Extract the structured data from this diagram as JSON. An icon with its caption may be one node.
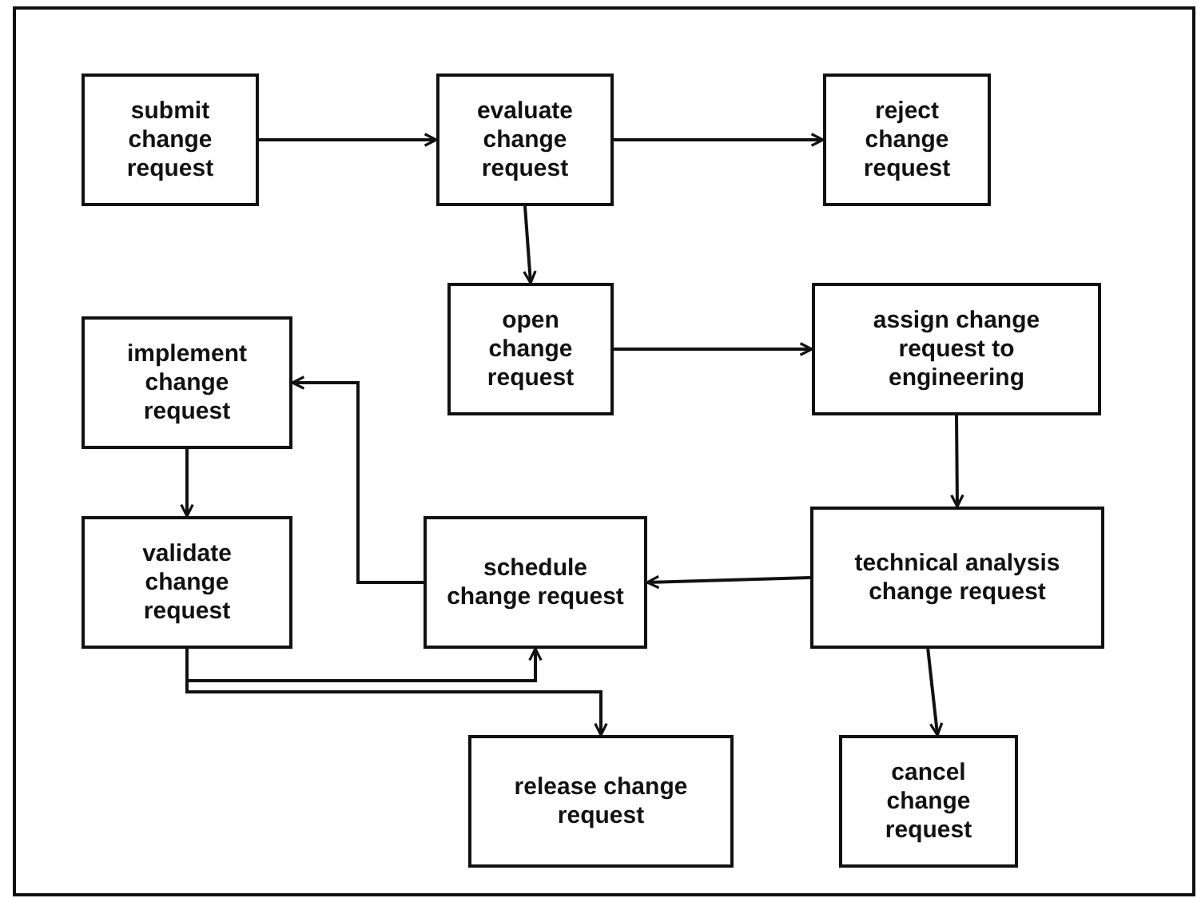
{
  "diagram": {
    "nodes": [
      {
        "text": [
          "submit change request"
        ]
      },
      {
        "text": [
          "evaluate change request"
        ]
      },
      {
        "text": [
          "reject change request"
        ]
      },
      {
        "text": [
          "open change request"
        ]
      },
      {
        "text": [
          "assign change request to engineering"
        ]
      },
      {
        "text": [
          "implement change request"
        ]
      },
      {
        "text": [
          "validate change request"
        ]
      },
      {
        "text": [
          "schedule change request"
        ]
      },
      {
        "text": [
          "technical analysis change request"
        ]
      },
      {
        "text": [
          "release change request"
        ]
      },
      {
        "text": [
          "cancel change request"
        ]
      }
    ],
    "edges": [
      {
        "from": 0,
        "to": 1,
        "arrow": "to"
      },
      {
        "from": 1,
        "to": 2,
        "arrow": "to"
      },
      {
        "from": 1,
        "to": 3,
        "arrow": "to"
      },
      {
        "from": 3,
        "to": 4,
        "arrow": "to"
      },
      {
        "from": 4,
        "to": 8,
        "arrow": "to"
      },
      {
        "from": 8,
        "to": 7,
        "arrow": "to"
      },
      {
        "from": 7,
        "to": 5,
        "arrow": "to"
      },
      {
        "from": 5,
        "to": 6,
        "arrow": "to"
      },
      {
        "from": 6,
        "to": 7,
        "arrow": "to"
      },
      {
        "from": 6,
        "to": 9,
        "arrow": "to"
      },
      {
        "from": 8,
        "to": 10,
        "arrow": "to"
      }
    ]
  }
}
